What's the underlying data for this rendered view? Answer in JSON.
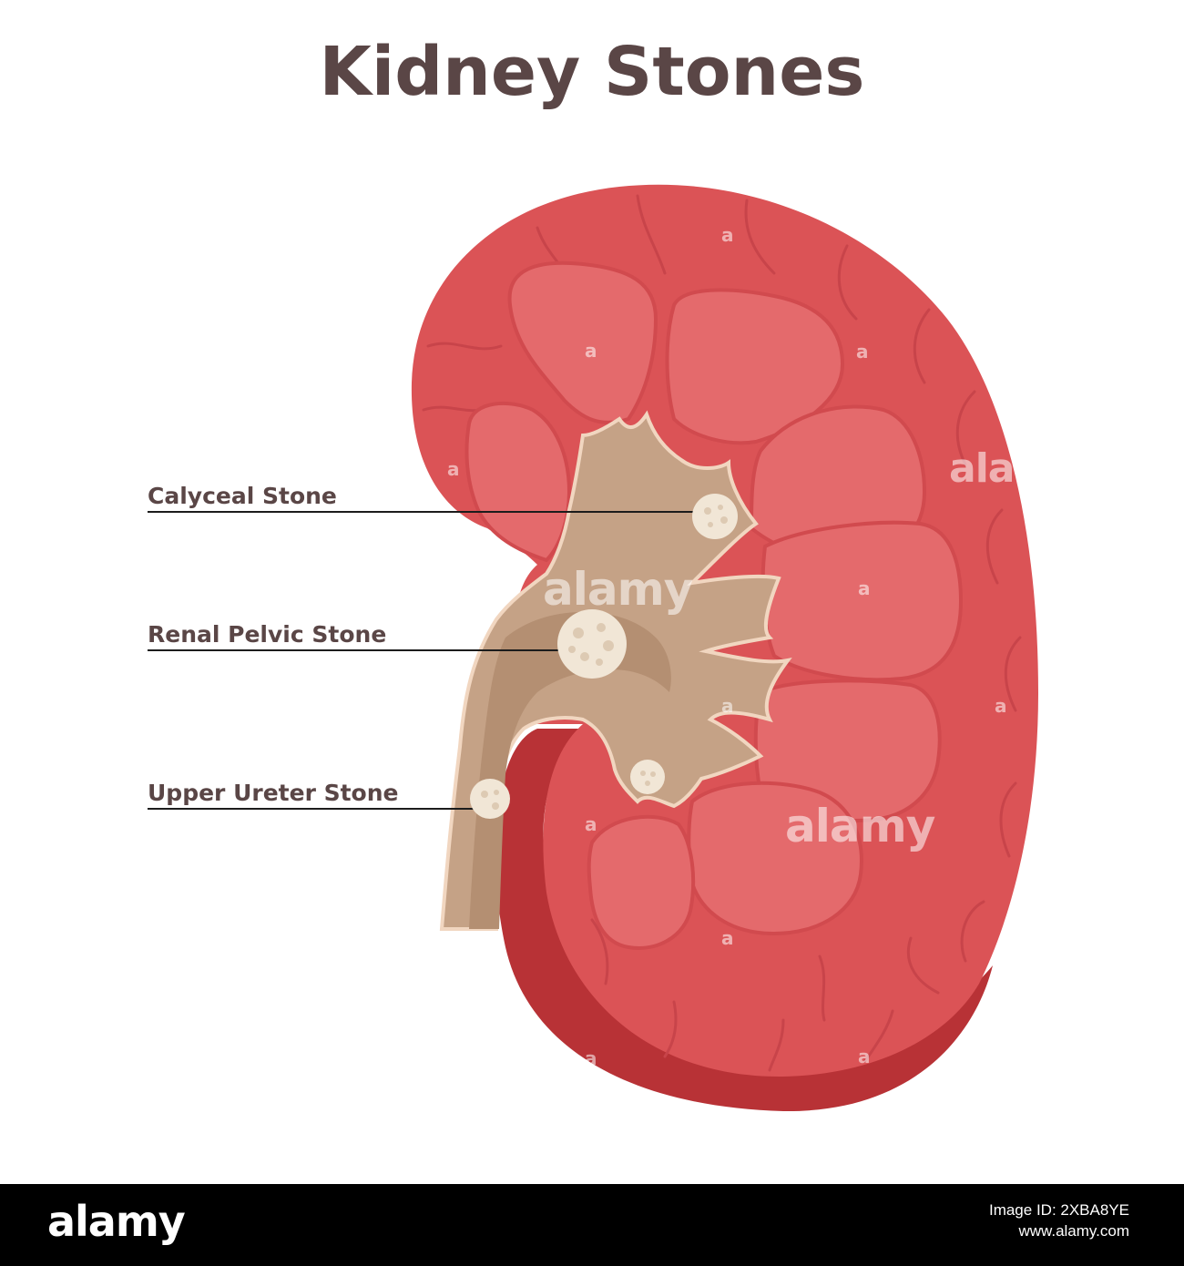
{
  "title": "Kidney Stones",
  "labels": {
    "calyceal": "Calyceal Stone",
    "renal_pelvic": "Renal Pelvic Stone",
    "upper_ureter": "Upper Ureter Stone"
  },
  "watermark_text": "alamy",
  "watermark_small": "a",
  "footer": {
    "logo": "alamy",
    "image_id": "Image ID: 2XBA8YE",
    "site": "www.alamy.com"
  },
  "colors": {
    "title": "#5a4646",
    "label_text": "#5a4646",
    "leader_line": "#1c1c1c",
    "cortex": "#db5356",
    "pyramid": "#e46a6c",
    "pyramid_outline": "#d14a4e",
    "vein": "#c8444a",
    "kidney_underside": "#b83236",
    "kidney_underside_dark": "#9c2428",
    "pelvis": "#c5a286",
    "pelvis_inner": "#b48f72",
    "pelvis_outline": "#f1d6c0",
    "stone": "#f1e6d6",
    "stone_dot": "#ddcab3",
    "footer_bg": "#000000"
  }
}
